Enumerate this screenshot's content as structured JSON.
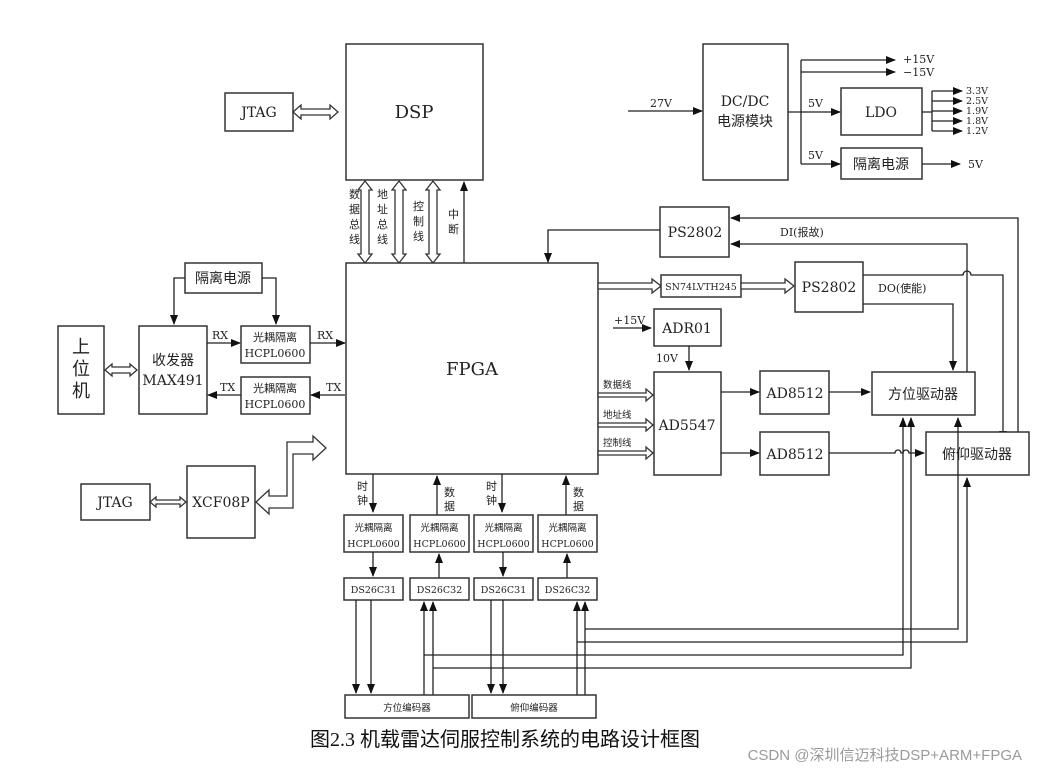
{
  "diagram": {
    "blocks": {
      "jtag_dsp": "JTAG",
      "dsp": "DSP",
      "dcdc_line1": "DC/DC",
      "dcdc_line2": "电源模块",
      "ldo": "LDO",
      "iso_power_top": "隔离电源",
      "iso_power_left": "隔离电源",
      "host": [
        "上",
        "位",
        "机"
      ],
      "transceiver_line1": "收发器",
      "transceiver_line2": "MAX491",
      "opto_rx_line1": "光耦隔离",
      "opto_rx_line2": "HCPL0600",
      "opto_tx_line1": "光耦隔离",
      "opto_tx_line2": "HCPL0600",
      "fpga": "FPGA",
      "jtag_prom": "JTAG",
      "xcf": "XCF08P",
      "ps2802_top": "PS2802",
      "sn74": "SN74LVTH245",
      "ps2802_mid": "PS2802",
      "adr01": "ADR01",
      "ad5547": "AD5547",
      "ad8512_a": "AD8512",
      "ad8512_b": "AD8512",
      "az_driver": "方位驱动器",
      "el_driver": "俯仰驱动器",
      "opto_bottom": [
        {
          "line1": "光耦隔离",
          "line2": "HCPL0600"
        },
        {
          "line1": "光耦隔离",
          "line2": "HCPL0600"
        },
        {
          "line1": "光耦隔离",
          "line2": "HCPL0600"
        },
        {
          "line1": "光耦隔离",
          "line2": "HCPL0600"
        }
      ],
      "line_chips": [
        "DS26C31",
        "DS26C32",
        "DS26C31",
        "DS26C32"
      ],
      "az_encoder": "方位编码器",
      "el_encoder": "俯仰编码器"
    },
    "labels": {
      "in_27v": "27V",
      "plus15": "+15V",
      "minus15": "−15V",
      "v5_ldo": "5V",
      "v5_iso": "5V",
      "v5_out": "5V",
      "ldo_outputs": [
        "3.3V",
        "2.5V",
        "1.9V",
        "1.8V",
        "1.2V"
      ],
      "bus_data": [
        "数",
        "据",
        "总",
        "线"
      ],
      "bus_addr": [
        "地",
        "址",
        "总",
        "线"
      ],
      "bus_ctrl": [
        "控",
        "制",
        "线"
      ],
      "interrupt": [
        "中",
        "断"
      ],
      "rx1": "RX",
      "rx2": "RX",
      "tx1": "TX",
      "tx2": "TX",
      "adr_in": "+15V",
      "vref": "10V",
      "data_line": "数据线",
      "addr_line": "地址线",
      "ctrl_line": "控制线",
      "di": "DI(报故)",
      "do": "DO(使能)",
      "clock1": [
        "时",
        "钟"
      ],
      "data1": [
        "数",
        "据"
      ],
      "clock2": [
        "时",
        "钟"
      ],
      "data2": [
        "数",
        "据"
      ]
    },
    "caption": "图2.3  机载雷达伺服控制系统的电路设计框图",
    "watermark": "CSDN @深圳信迈科技DSP+ARM+FPGA"
  }
}
